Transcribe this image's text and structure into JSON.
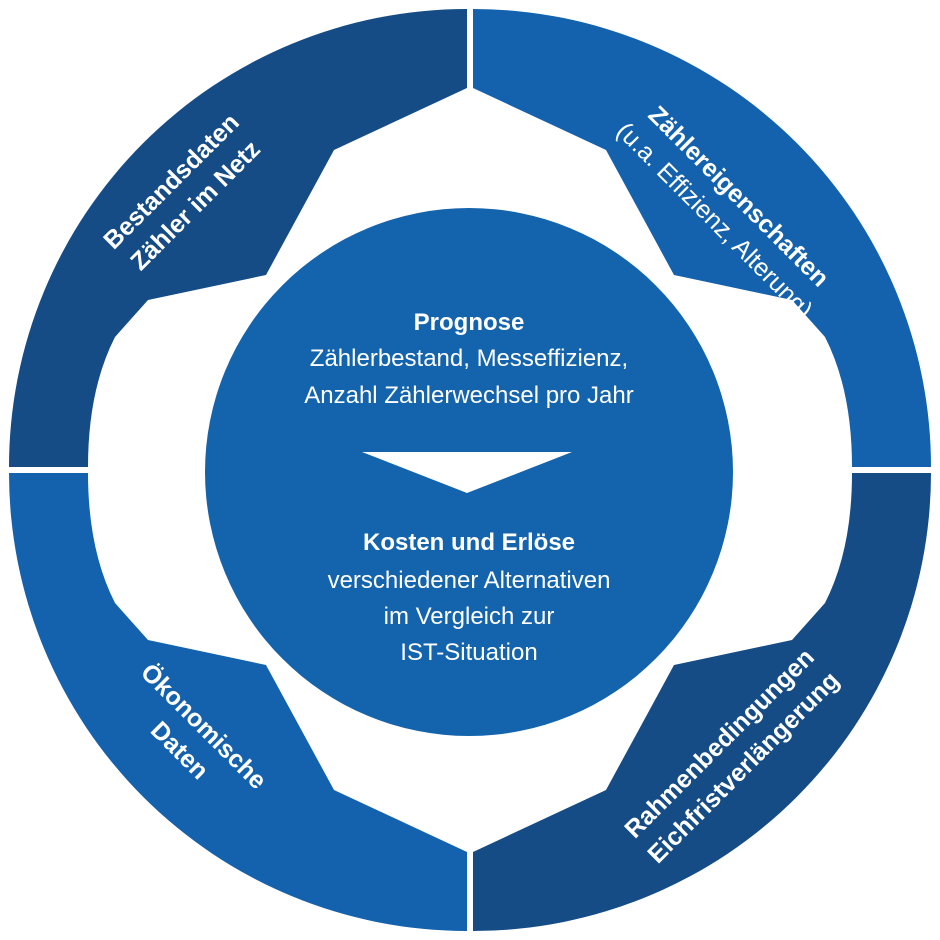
{
  "colors": {
    "dark_blue": "#154c86",
    "medium_blue": "#1462ad",
    "center_blue": "#1464ad",
    "gap_white": "#ffffff"
  },
  "quadrants": {
    "top_left": {
      "lines": [
        "Bestandsdaten",
        "Zähler im Netz"
      ]
    },
    "top_right": {
      "title": "Zählereigenschaften",
      "subtitle": "(u.a. Effizienz, Alterung)"
    },
    "bottom_left": {
      "lines": [
        "Ökonomische",
        "Daten"
      ]
    },
    "bottom_right": {
      "lines": [
        "Rahmenbedingungen",
        "Eichfristverlängerung"
      ]
    }
  },
  "center": {
    "prognose_title": "Prognose",
    "prognose_line1": "Zählerbestand, Messeffizienz,",
    "prognose_line2": "Anzahl Zählerwechsel pro Jahr",
    "kosten_title": "Kosten und Erlöse",
    "kosten_line1": "verschiedener Alternativen",
    "kosten_line2": "im Vergleich zur",
    "kosten_line3": "IST-Situation"
  }
}
